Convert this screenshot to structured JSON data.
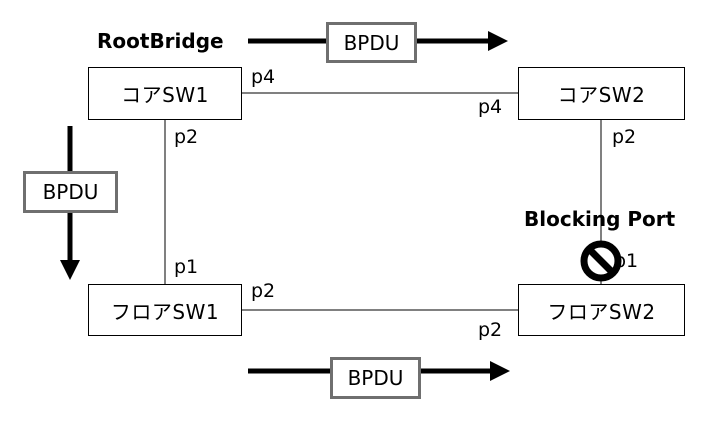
{
  "labels": {
    "root_bridge": "RootBridge",
    "blocking_port": "Blocking Port"
  },
  "switches": {
    "core1": "コアSW1",
    "core2": "コアSW2",
    "floor1": "フロアSW1",
    "floor2": "フロアSW2"
  },
  "ports": {
    "core1_p4": "p4",
    "core1_p2": "p2",
    "core2_p4": "p4",
    "core2_p2": "p2",
    "floor1_p1": "p1",
    "floor1_p2": "p2",
    "floor2_p2": "p2",
    "floor2_p1": "p1"
  },
  "bpdu": {
    "top": "BPDU",
    "left": "BPDU",
    "bottom": "BPDU"
  },
  "colors": {
    "bpdu_border": "#6f6f6f",
    "arrow": "#000000"
  },
  "icons": {
    "blocked": "prohibited-icon"
  }
}
